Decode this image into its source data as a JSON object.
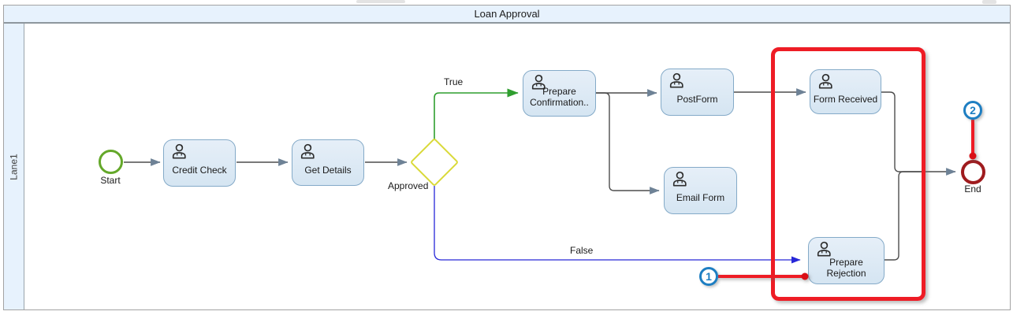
{
  "diagram": {
    "title": "Loan Approval",
    "lane_label": "Lane1",
    "nodes": {
      "start": {
        "label": "Start",
        "type": "start-event"
      },
      "credit_check": {
        "label": "Credit Check",
        "type": "user-task"
      },
      "get_details": {
        "label": "Get Details",
        "type": "user-task"
      },
      "gateway": {
        "label": "Approved",
        "type": "exclusive-gateway"
      },
      "prepare_confirmation": {
        "lines": [
          "Prepare",
          "Confirmation.."
        ],
        "type": "user-task"
      },
      "post_form": {
        "label": "PostForm",
        "type": "user-task"
      },
      "email_form": {
        "label": "Email Form",
        "type": "user-task"
      },
      "form_received": {
        "label": "Form Received",
        "type": "user-task"
      },
      "prepare_rejection": {
        "label": "Prepare Rejection",
        "type": "user-task"
      },
      "end": {
        "label": "End",
        "type": "end-event"
      }
    },
    "edges": {
      "true_label": "True",
      "false_label": "False"
    },
    "annotations": {
      "callout1": "1",
      "callout2": "2"
    },
    "icons": {
      "task_icon": "user-icon"
    },
    "colors": {
      "task_fill": "#dfeaf4",
      "task_border": "#84aac8",
      "start_stroke": "#64a82a",
      "end_stroke": "#9f1b1e",
      "gateway_stroke": "#d9d938",
      "flow_true": "#2f9e2f",
      "flow_false": "#2727d8",
      "flow_default": "#4d4d4d",
      "annotation_red": "#ee1c25",
      "callout_blue": "#1d7ec2",
      "lane_fill": "#e7f2fd"
    }
  }
}
